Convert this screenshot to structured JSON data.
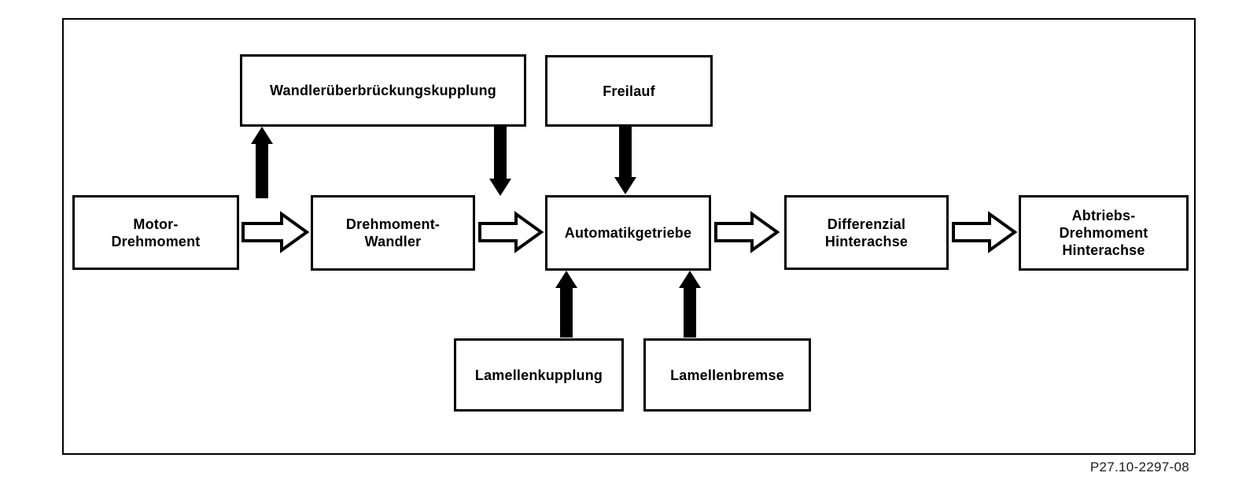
{
  "diagram": {
    "caption": "P27.10-2297-08",
    "colors": {
      "line": "#000000",
      "background": "#ffffff"
    },
    "nodes": {
      "lockup_clutch": {
        "label": "Wandlerüberbrückungskupplung"
      },
      "freewheel": {
        "label": "Freilauf"
      },
      "engine_torque": {
        "label": "Motor-\nDrehmoment"
      },
      "torque_converter": {
        "label": "Drehmoment-\nWandler"
      },
      "automatic_transmission": {
        "label": "Automatikgetriebe"
      },
      "differential": {
        "label": "Differenzial\nHinterachse"
      },
      "output_torque": {
        "label": "Abtriebs-\nDrehmoment\nHinterachse"
      },
      "multidisc_clutch": {
        "label": "Lamellenkupplung"
      },
      "multidisc_brake": {
        "label": "Lamellenbremse"
      }
    },
    "edges": [
      {
        "from": "Motor-Drehmoment",
        "to": "Drehmoment-Wandler",
        "style": "hollow",
        "direction": "right"
      },
      {
        "from": "Drehmoment-Wandler",
        "to": "Automatikgetriebe",
        "style": "hollow",
        "direction": "right"
      },
      {
        "from": "Automatikgetriebe",
        "to": "Differenzial Hinterachse",
        "style": "hollow",
        "direction": "right"
      },
      {
        "from": "Differenzial Hinterachse",
        "to": "Abtriebs-Drehmoment Hinterachse",
        "style": "hollow",
        "direction": "right"
      },
      {
        "from": "Motor-Drehmoment",
        "to": "Wandlerüberbrückungskupplung",
        "style": "solid",
        "direction": "up"
      },
      {
        "from": "Wandlerüberbrückungskupplung",
        "to": "Automatikgetriebe",
        "style": "solid",
        "direction": "down"
      },
      {
        "from": "Freilauf",
        "to": "Automatikgetriebe",
        "style": "solid",
        "direction": "down"
      },
      {
        "from": "Lamellenkupplung",
        "to": "Automatikgetriebe",
        "style": "solid",
        "direction": "up"
      },
      {
        "from": "Lamellenbremse",
        "to": "Automatikgetriebe",
        "style": "solid",
        "direction": "up"
      }
    ]
  }
}
